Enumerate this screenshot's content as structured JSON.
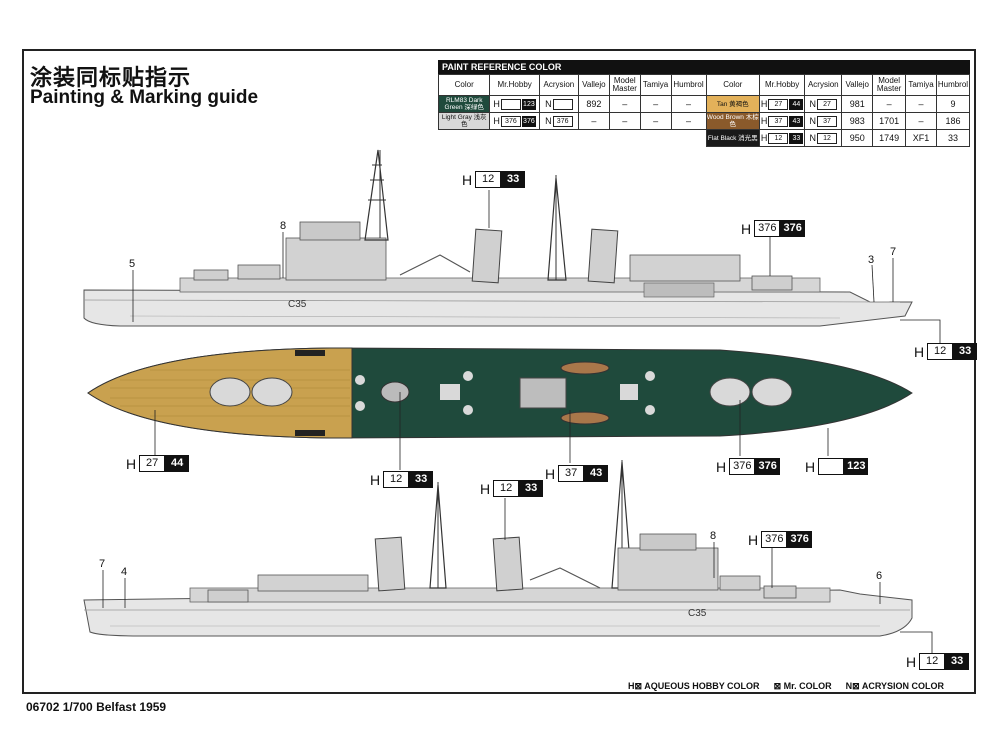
{
  "header": {
    "title_cn": "涂装同标贴指示",
    "title_en": "Painting & Marking guide"
  },
  "paint_reference": {
    "heading": "PAINT REFERENCE COLOR",
    "columns": [
      "Color",
      "Mr.Hobby",
      "Acrysion",
      "Vallejo",
      "Model Master",
      "Tamiya",
      "Humbrol"
    ],
    "left_rows": [
      {
        "color": "RLM83 Dark Green 深绿色",
        "hobby_h": "",
        "hobby_b": "123",
        "acrysion": "",
        "vallejo": "892",
        "model_master": "–",
        "tamiya": "–",
        "humbrol": "–"
      },
      {
        "color": "Light Gray 浅灰色",
        "hobby_h": "376",
        "hobby_b": "376",
        "acrysion": "376",
        "vallejo": "–",
        "model_master": "–",
        "tamiya": "–",
        "humbrol": "–"
      }
    ],
    "right_rows": [
      {
        "color": "Tan 黄褐色",
        "hobby_h": "27",
        "hobby_b": "44",
        "acrysion": "27",
        "vallejo": "981",
        "model_master": "–",
        "tamiya": "–",
        "humbrol": "9"
      },
      {
        "color": "Wood Brown 木棕色",
        "hobby_h": "37",
        "hobby_b": "43",
        "acrysion": "37",
        "vallejo": "983",
        "model_master": "1701",
        "tamiya": "–",
        "humbrol": "186"
      },
      {
        "color": "Flat Black 消光黑",
        "hobby_h": "12",
        "hobby_b": "33",
        "acrysion": "12",
        "vallejo": "950",
        "model_master": "1749",
        "tamiya": "XF1",
        "humbrol": "33"
      }
    ]
  },
  "callouts": {
    "c1": {
      "h": "12",
      "b": "33"
    },
    "c2": {
      "h": "376",
      "b": "376"
    },
    "c3": {
      "h": "12",
      "b": "33"
    },
    "c4": {
      "h": "27",
      "b": "44"
    },
    "c5": {
      "h": "12",
      "b": "33"
    },
    "c6": {
      "h": "37",
      "b": "43"
    },
    "c7": {
      "h": "376",
      "b": "376"
    },
    "c8": {
      "h": "",
      "b": "123"
    },
    "c9": {
      "h": "12",
      "b": "33"
    },
    "c10": {
      "h": "376",
      "b": "376"
    },
    "c11": {
      "h": "12",
      "b": "33"
    }
  },
  "callout_prefix": "H",
  "part_numbers": {
    "top": [
      "8",
      "5",
      "3",
      "7"
    ],
    "bottom": [
      "7",
      "4",
      "8",
      "6"
    ]
  },
  "hull_number": "C35",
  "legend": {
    "aqueous": "H⊠ AQUEOUS HOBBY COLOR",
    "mr_color": "⊠ Mr. COLOR",
    "acrysion": "N⊠ ACRYSION COLOR"
  },
  "footer": "06702 1/700  Belfast 1959",
  "colors": {
    "dark_green": "#1f4a3c",
    "light_gray": "#d9d9d9",
    "tan": "#c9a14f",
    "hull_gray": "#e4e4e4"
  }
}
